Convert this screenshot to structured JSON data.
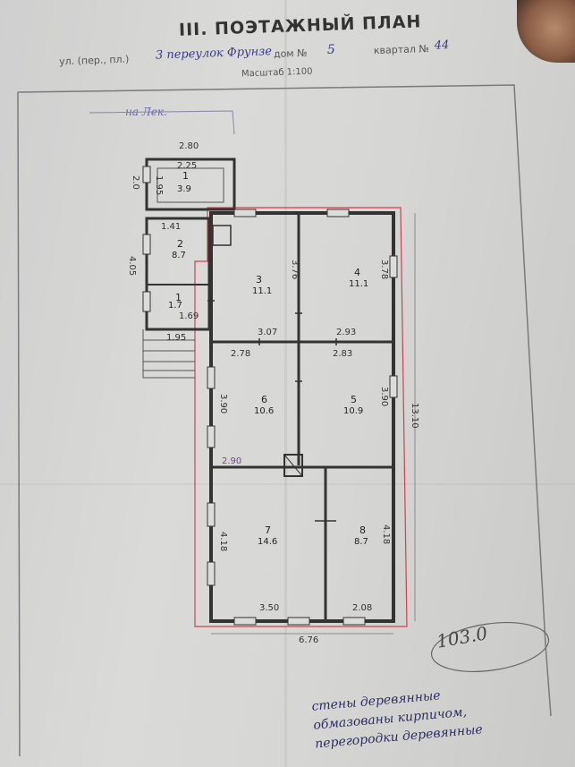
{
  "header": {
    "title": "III. ПОЭТАЖНЫЙ ПЛАН",
    "street_prefix": "ул. (пер., пл.)",
    "street_value": "3 переулок Фрунзе",
    "house_label": "дом №",
    "house_value": "5",
    "block_label": "квартал №",
    "block_value": "44",
    "scale": "Масштаб 1:100"
  },
  "pencil_note": "на Лек.",
  "rooms": [
    {
      "num": "1",
      "area": "3.9"
    },
    {
      "num": "2",
      "area": "8.7"
    },
    {
      "num": "1",
      "area": "1.7"
    },
    {
      "num": "3",
      "area": "11.1"
    },
    {
      "num": "4",
      "area": "11.1"
    },
    {
      "num": "5",
      "area": "10.9"
    },
    {
      "num": "6",
      "area": "10.6"
    },
    {
      "num": "7",
      "area": "14.6"
    },
    {
      "num": "8",
      "area": "8.7"
    }
  ],
  "dimensions": {
    "top_porch": "2.80",
    "porch_inner": "2.25",
    "porch_side": "2.0",
    "porch_side2": "1.95",
    "hall_top": "1.41",
    "hall_side": "4.05",
    "hall_small": "1.69",
    "hall_bottom": "1.95",
    "room3_w": "3.07",
    "room3_h": "3.76",
    "room4_w": "2.93",
    "room4_h": "3.78",
    "room6_w": "2.78",
    "room5_w": "2.83",
    "room6_h": "3.90",
    "room5_h": "3.90",
    "partition": "2.90",
    "room7_w": "3.50",
    "room8_w": "2.08",
    "total_w": "6.76",
    "total_h": "13.10",
    "room7_h": "4.18",
    "room8_h": "4.18"
  },
  "total_area_note": "103.0",
  "notes": [
    "стены деревянные",
    "обмазованы кирпичом,",
    "перегородки деревянные"
  ]
}
